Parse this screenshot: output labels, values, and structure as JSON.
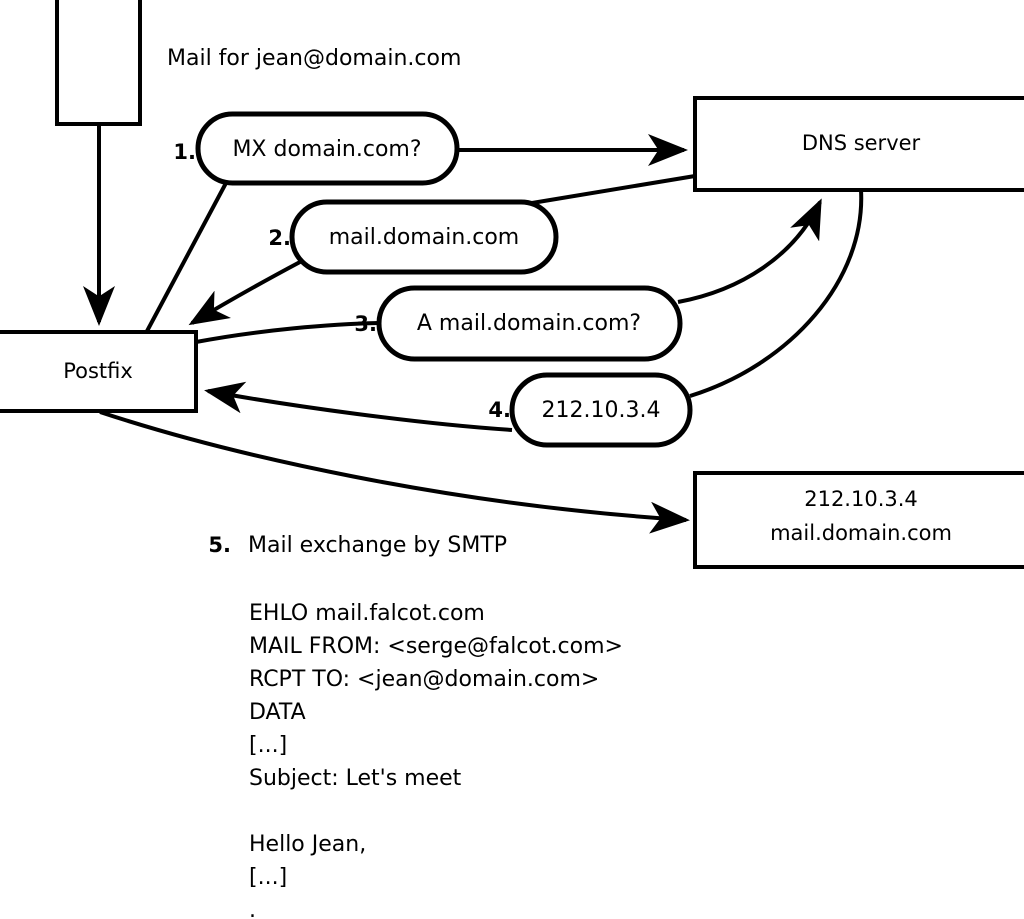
{
  "diagram": {
    "title_caption": "Mail for jean@domain.com",
    "nodes": {
      "source_box": {
        "label": ""
      },
      "postfix": {
        "label": "Postfix"
      },
      "dns_server": {
        "label": "DNS server"
      },
      "mail_server_line1": "212.10.3.4",
      "mail_server_line2": "mail.domain.com"
    },
    "steps": [
      {
        "num": "1.",
        "label": "MX domain.com?"
      },
      {
        "num": "2.",
        "label": "mail.domain.com"
      },
      {
        "num": "3.",
        "label": "A mail.domain.com?"
      },
      {
        "num": "4.",
        "label": "212.10.3.4"
      }
    ],
    "step5": {
      "num": "5.",
      "label": "Mail exchange by SMTP"
    },
    "transcript": [
      "EHLO mail.falcot.com",
      "MAIL FROM: <serge@falcot.com>",
      "RCPT TO: <jean@domain.com>",
      "DATA",
      "[...]",
      "Subject: Let's meet",
      "",
      "Hello Jean,",
      "[...]",
      "",
      "."
    ],
    "colors": {
      "stroke": "#000000",
      "fill": "#ffffff",
      "text": "#000000"
    }
  }
}
